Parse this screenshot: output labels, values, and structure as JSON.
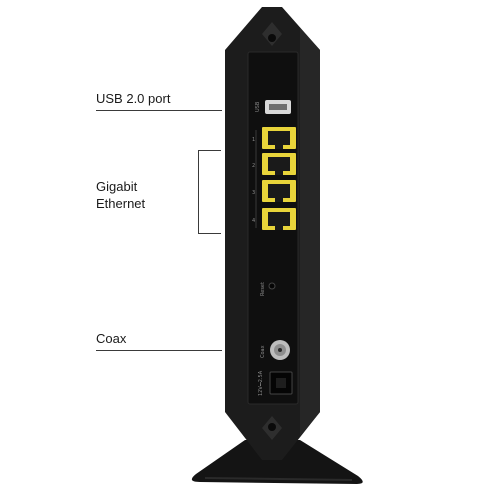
{
  "callouts": {
    "usb": "USB 2.0 port",
    "ethernet_line1": "Gigabit",
    "ethernet_line2": "Ethernet",
    "coax": "Coax"
  },
  "device_labels": {
    "usb_port": "USB",
    "port_1": "1",
    "port_2": "2",
    "port_3": "3",
    "port_4": "4",
    "reset": "Reset",
    "coax_jack": "Coax",
    "power": "12V⎓2.5A"
  },
  "colors": {
    "body": "#1c1c1c",
    "panel": "#0f0f0f",
    "ethernet_port": "#e8d43a",
    "callout_line": "#3a3a3a"
  }
}
